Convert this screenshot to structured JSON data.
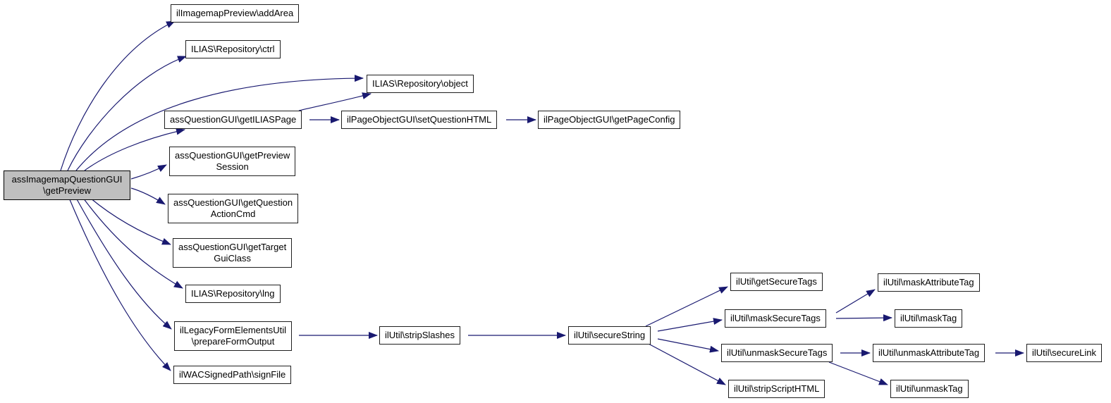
{
  "diagram": {
    "type": "call-graph",
    "background_color": "#ffffff",
    "edge_color": "#191970",
    "node_border_color": "#1f1f1f",
    "node_fill_color": "#ffffff",
    "root_node_fill_color": "#bfbfbf",
    "text_color": "#000000"
  },
  "nodes": [
    {
      "id": "getPreview",
      "label": "assImagemapQuestionGUI\n\\getPreview",
      "root": true
    },
    {
      "id": "addArea",
      "label": "ilImagemapPreview\\addArea"
    },
    {
      "id": "ctrl",
      "label": "ILIAS\\Repository\\ctrl"
    },
    {
      "id": "object",
      "label": "ILIAS\\Repository\\object"
    },
    {
      "id": "getILIASPage",
      "label": "assQuestionGUI\\getILIASPage"
    },
    {
      "id": "setQuestionHTML",
      "label": "ilPageObjectGUI\\setQuestionHTML"
    },
    {
      "id": "getPageConfig",
      "label": "ilPageObjectGUI\\getPageConfig"
    },
    {
      "id": "getPreviewSession",
      "label": "assQuestionGUI\\getPreview\nSession"
    },
    {
      "id": "getQuestionActionCmd",
      "label": "assQuestionGUI\\getQuestion\nActionCmd"
    },
    {
      "id": "getTargetGuiClass",
      "label": "assQuestionGUI\\getTarget\nGuiClass"
    },
    {
      "id": "lng",
      "label": "ILIAS\\Repository\\lng"
    },
    {
      "id": "prepareFormOutput",
      "label": "ilLegacyFormElementsUtil\n\\prepareFormOutput"
    },
    {
      "id": "signFile",
      "label": "ilWACSignedPath\\signFile"
    },
    {
      "id": "stripSlashes",
      "label": "ilUtil\\stripSlashes"
    },
    {
      "id": "secureString",
      "label": "ilUtil\\secureString"
    },
    {
      "id": "getSecureTags",
      "label": "ilUtil\\getSecureTags"
    },
    {
      "id": "maskSecureTags",
      "label": "ilUtil\\maskSecureTags"
    },
    {
      "id": "unmaskSecureTags",
      "label": "ilUtil\\unmaskSecureTags"
    },
    {
      "id": "stripScriptHTML",
      "label": "ilUtil\\stripScriptHTML"
    },
    {
      "id": "maskAttributeTag",
      "label": "ilUtil\\maskAttributeTag"
    },
    {
      "id": "maskTag",
      "label": "ilUtil\\maskTag"
    },
    {
      "id": "unmaskAttributeTag",
      "label": "ilUtil\\unmaskAttributeTag"
    },
    {
      "id": "secureLink",
      "label": "ilUtil\\secureLink"
    },
    {
      "id": "unmaskTag",
      "label": "ilUtil\\unmaskTag"
    }
  ],
  "edges": [
    {
      "from": "getPreview",
      "to": "addArea"
    },
    {
      "from": "getPreview",
      "to": "ctrl"
    },
    {
      "from": "getPreview",
      "to": "object"
    },
    {
      "from": "getPreview",
      "to": "getILIASPage"
    },
    {
      "from": "getPreview",
      "to": "getPreviewSession"
    },
    {
      "from": "getPreview",
      "to": "getQuestionActionCmd"
    },
    {
      "from": "getPreview",
      "to": "getTargetGuiClass"
    },
    {
      "from": "getPreview",
      "to": "lng"
    },
    {
      "from": "getPreview",
      "to": "prepareFormOutput"
    },
    {
      "from": "getPreview",
      "to": "signFile"
    },
    {
      "from": "getILIASPage",
      "to": "object"
    },
    {
      "from": "getILIASPage",
      "to": "setQuestionHTML"
    },
    {
      "from": "setQuestionHTML",
      "to": "getPageConfig"
    },
    {
      "from": "prepareFormOutput",
      "to": "stripSlashes"
    },
    {
      "from": "stripSlashes",
      "to": "secureString"
    },
    {
      "from": "secureString",
      "to": "getSecureTags"
    },
    {
      "from": "secureString",
      "to": "maskSecureTags"
    },
    {
      "from": "secureString",
      "to": "unmaskSecureTags"
    },
    {
      "from": "secureString",
      "to": "stripScriptHTML"
    },
    {
      "from": "maskSecureTags",
      "to": "maskAttributeTag"
    },
    {
      "from": "maskSecureTags",
      "to": "maskTag"
    },
    {
      "from": "unmaskSecureTags",
      "to": "unmaskAttributeTag"
    },
    {
      "from": "unmaskSecureTags",
      "to": "unmaskTag"
    },
    {
      "from": "unmaskAttributeTag",
      "to": "secureLink"
    }
  ]
}
